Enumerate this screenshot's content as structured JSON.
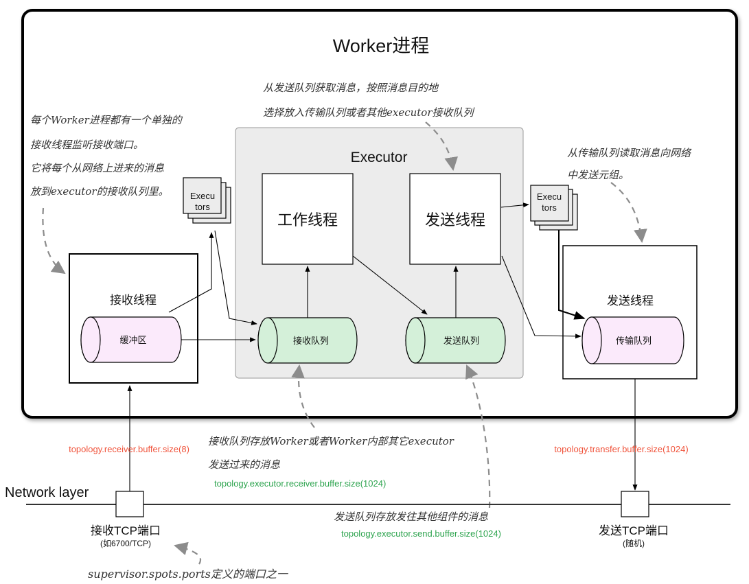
{
  "title": "Worker进程",
  "colors": {
    "frame": "#000000",
    "executor_bg": "#ececec",
    "receive_queue_fill": "#d4f0d9",
    "transfer_fill": "#fbeafb",
    "dashed_arrow": "#8c8c8c",
    "red_label": "#f0543c",
    "green_label": "#2ea44f"
  },
  "annotations": {
    "receiver_note": [
      "每个Worker进程都有一个单独的",
      "接收线程监听接收端口。",
      "它将每个从网络上进来的消息",
      "放到executor的接收队列里。"
    ],
    "sender_note": [
      "从发送队列获取消息，按照消息目的地",
      "选择放入传输队列或者其他executor接收队列"
    ],
    "transfer_note": [
      "从传输队列读取消息向网络",
      "中发送元组。"
    ],
    "receive_queue_note": [
      "接收队列存放Worker或者Worker内部其它executor",
      "发送过来的消息"
    ],
    "send_queue_note": "发送队列存放发往其他组件的消息",
    "port_note": "supervisor.spots.ports定义的端口之一"
  },
  "executor": {
    "title": "Executor",
    "worker_thread": "工作线程",
    "send_thread": "发送线程",
    "receive_queue": "接收队列",
    "send_queue": "发送队列"
  },
  "receiver_thread": {
    "title": "接收线程",
    "buffer": "缓冲区"
  },
  "transfer_thread": {
    "title": "发送线程",
    "queue": "传输队列"
  },
  "executors_stack": {
    "line1": "Execu",
    "line2": "tors"
  },
  "config_labels": {
    "receiver_buffer": "topology.receiver.buffer.size(8)",
    "executor_receiver_buffer": "topology.executor.receiver.buffer.size(1024)",
    "executor_send_buffer": "topology.executor.send.buffer.size(1024)",
    "transfer_buffer": "topology.transfer.buffer.size(1024)"
  },
  "network": {
    "label": "Network layer",
    "receive_port": "接收TCP端口",
    "receive_port_sub": "(如6700/TCP)",
    "send_port": "发送TCP端口",
    "send_port_sub": "(随机)"
  }
}
